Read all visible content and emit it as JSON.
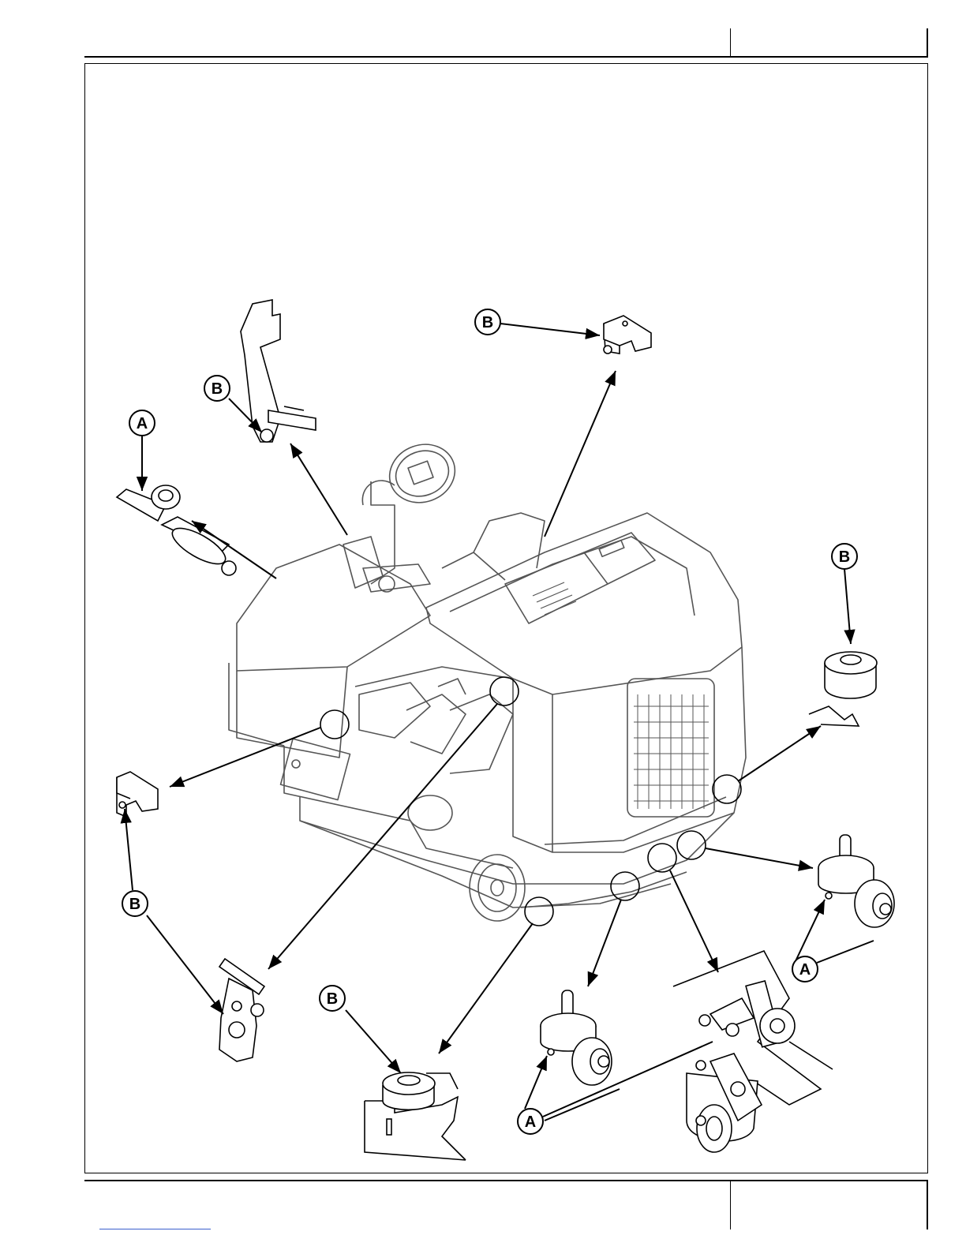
{
  "callouts": {
    "a_battery": "A",
    "b_pedal": "B",
    "b_top_bracket": "B",
    "b_right_bumper": "B",
    "b_left_bracket": "B",
    "b_left_handle": "B",
    "b_front_bumper": "B",
    "a_right_caster": "A",
    "a_front_caster": "A"
  },
  "colors": {
    "line": "#000000",
    "paper": "#ffffff",
    "machine_line": "#555555",
    "footer_link": "#3a5fcd"
  },
  "icons": {
    "diagram": "machine-exploded-view-diagram"
  }
}
